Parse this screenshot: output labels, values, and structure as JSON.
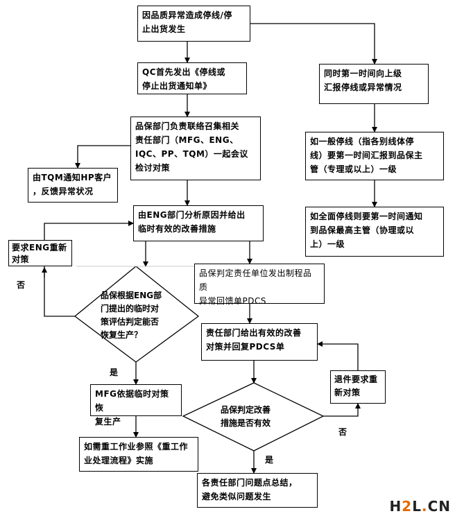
{
  "nodes": {
    "start": "因品质异常造成停线/停\n止出货发生",
    "qc_notice": "QC首先发出《停线或\n停止出货通知单》",
    "qa_meeting": "品保部门负责联络召集相关\n责任部门（MFG、ENG、\nIQC、PP、TQM）一起会议\n检讨对策",
    "tqm_notify": "由TQM通知HP客户\n，反馈异常状况",
    "eng_analysis": "由ENG部门分析原因并给出\n临时有效的改善措施",
    "eng_redo": "要求ENG重新\n对策",
    "qa_judge": "品保根据ENG部\n门提出的临时对\n策评估判定能否\n恢复生产？",
    "mfg_resume": "MFG依据临时对策恢\n复生产",
    "rework": "如需重工作业参照《重工作\n业处理流程》实施",
    "pdcs_issue": "品保判定责任单位发出制程品质\n异常回馈单PDCS",
    "pdcs_reply": "责任部门给出有效的改善\n对策并回复PDCS单",
    "return_redo": "退件要求重\n新对策",
    "qa_effective": "品保判定改善\n措施是否有效",
    "summary": "各责任部门问题点总结，\n避免类似问题发生",
    "report_up": "同时第一时间向上级\n汇报停线或异常情况",
    "general_stop": "如一般停线（指各别线体停\n线）要第一时间汇报到品保主\n管（专理或以上）一级",
    "full_stop": "如全面停线则要第一时间通知\n到品保最高主管（协理或以\n上）一级"
  },
  "labels": {
    "no_1": "否",
    "yes_1": "是",
    "no_2": "否",
    "yes_2": "是"
  },
  "watermark": "H2L.CN"
}
